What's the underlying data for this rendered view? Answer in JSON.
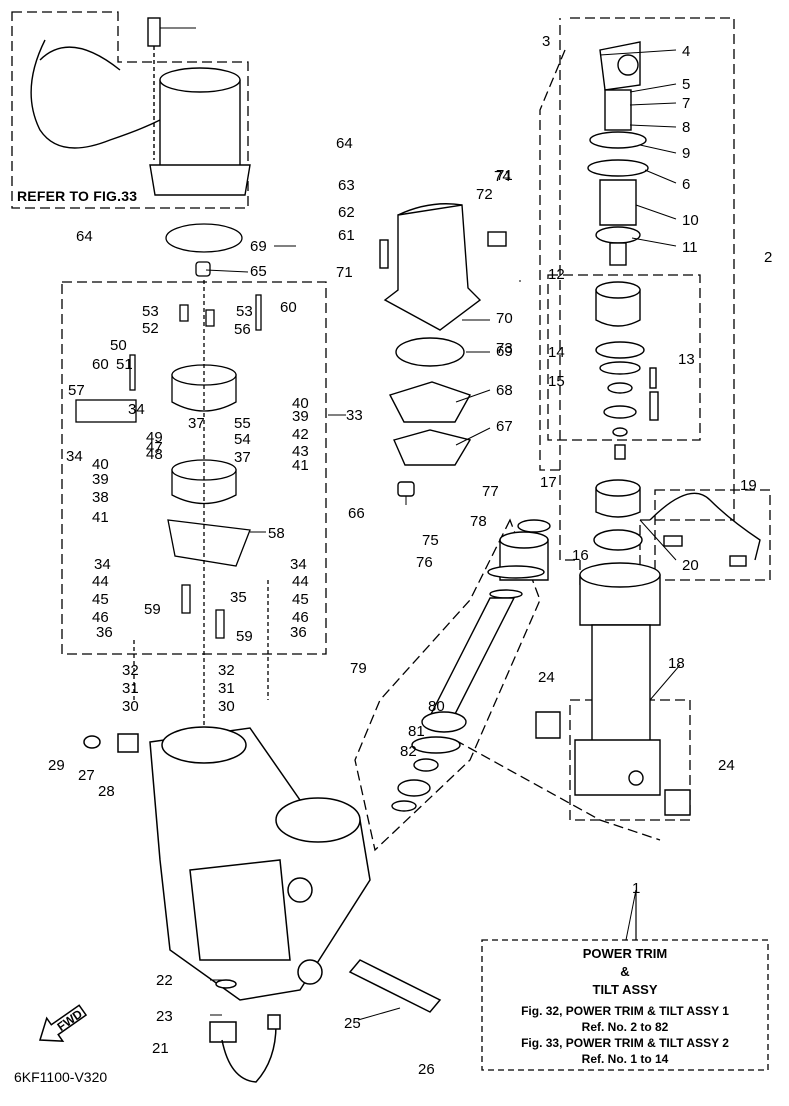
{
  "diagram": {
    "callouts": [
      "1",
      "2",
      "3",
      "4",
      "5",
      "6",
      "7",
      "8",
      "9",
      "10",
      "11",
      "12",
      "13",
      "14",
      "15",
      "16",
      "17",
      "18",
      "19",
      "20",
      "21",
      "22",
      "23",
      "24",
      "24",
      "25",
      "26",
      "27",
      "28",
      "29",
      "30",
      "30",
      "31",
      "31",
      "32",
      "32",
      "33",
      "34",
      "34",
      "34",
      "34",
      "35",
      "36",
      "36",
      "37",
      "37",
      "38",
      "39",
      "39",
      "40",
      "40",
      "41",
      "41",
      "42",
      "43",
      "44",
      "44",
      "45",
      "45",
      "46",
      "46",
      "47",
      "48",
      "49",
      "50",
      "51",
      "52",
      "53",
      "53",
      "54",
      "55",
      "56",
      "57",
      "58",
      "59",
      "59",
      "60",
      "60",
      "61",
      "62",
      "63",
      "64",
      "64",
      "65",
      "66",
      "67",
      "68",
      "69",
      "69",
      "70",
      "71",
      "71",
      "72",
      "73",
      "74",
      "75",
      "76",
      "77",
      "78",
      "79",
      "80",
      "81",
      "82"
    ],
    "refer_note": "REFER TO FIG.33",
    "fwd_label": "FWD",
    "drawing_code": "6KF1100-V320",
    "info_box": {
      "title_line1": "POWER TRIM",
      "title_line2": "&",
      "title_line3": "TILT ASSY",
      "ref_line1": "Fig. 32, POWER TRIM & TILT ASSY 1",
      "ref_line2": "Ref. No. 2 to 82",
      "ref_line3": "Fig. 33, POWER TRIM & TILT ASSY 2",
      "ref_line4": "Ref. No. 1 to 14"
    }
  }
}
